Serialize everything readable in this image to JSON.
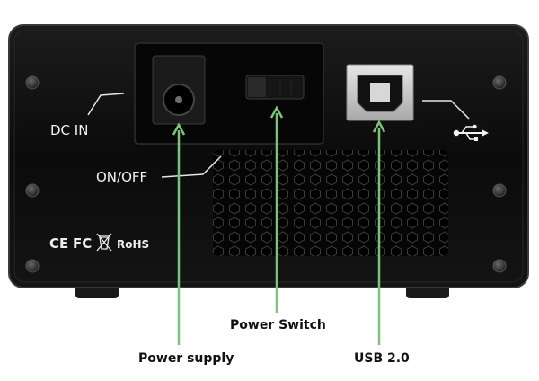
{
  "panel_labels": {
    "dc_in": "DC IN",
    "on_off": "ON/OFF",
    "certifications": {
      "ce": "CE",
      "fc": "FC",
      "rohs": "RoHS"
    }
  },
  "callouts": {
    "power_switch": "Power Switch",
    "power_supply": "Power supply",
    "usb": "USB 2.0"
  },
  "icons": {
    "usb_symbol": "usb-icon",
    "weee_symbol": "crossed-bin-icon"
  },
  "colors": {
    "panel": "#0d0d0d",
    "panel_edge": "#3a3a3a",
    "callout_line": "#7cc47a",
    "callout_text": "#111111",
    "panel_text": "#f2f2f2"
  }
}
